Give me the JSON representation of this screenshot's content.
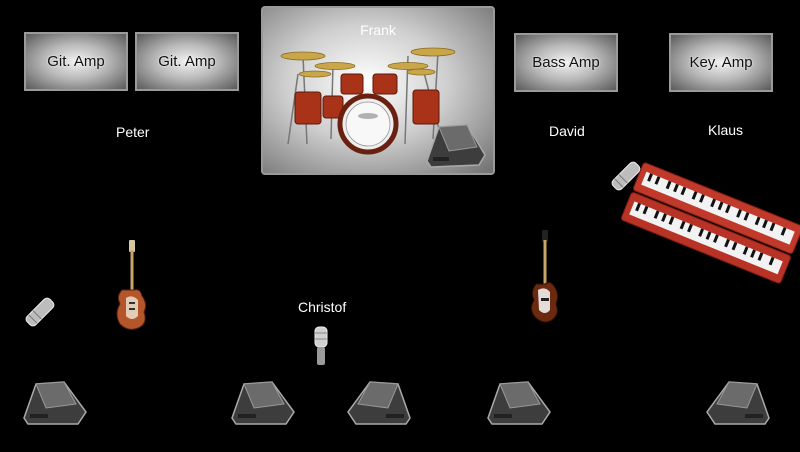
{
  "amps": {
    "guitar_1": "Git. Amp",
    "guitar_2": "Git. Amp",
    "bass": "Bass Amp",
    "keys": "Key. Amp"
  },
  "musicians": {
    "drums": "Frank",
    "guitar": "Peter",
    "bass": "David",
    "keys": "Klaus",
    "vocals": "Christof"
  },
  "icons": [
    "drum-kit-icon",
    "guitar-icon",
    "bass-guitar-icon",
    "keyboard-icon",
    "microphone-icon",
    "monitor-speaker-icon"
  ],
  "colors": {
    "background": "#000000",
    "keyboard": "#c0392b",
    "guitar_body": "#b5562a"
  }
}
